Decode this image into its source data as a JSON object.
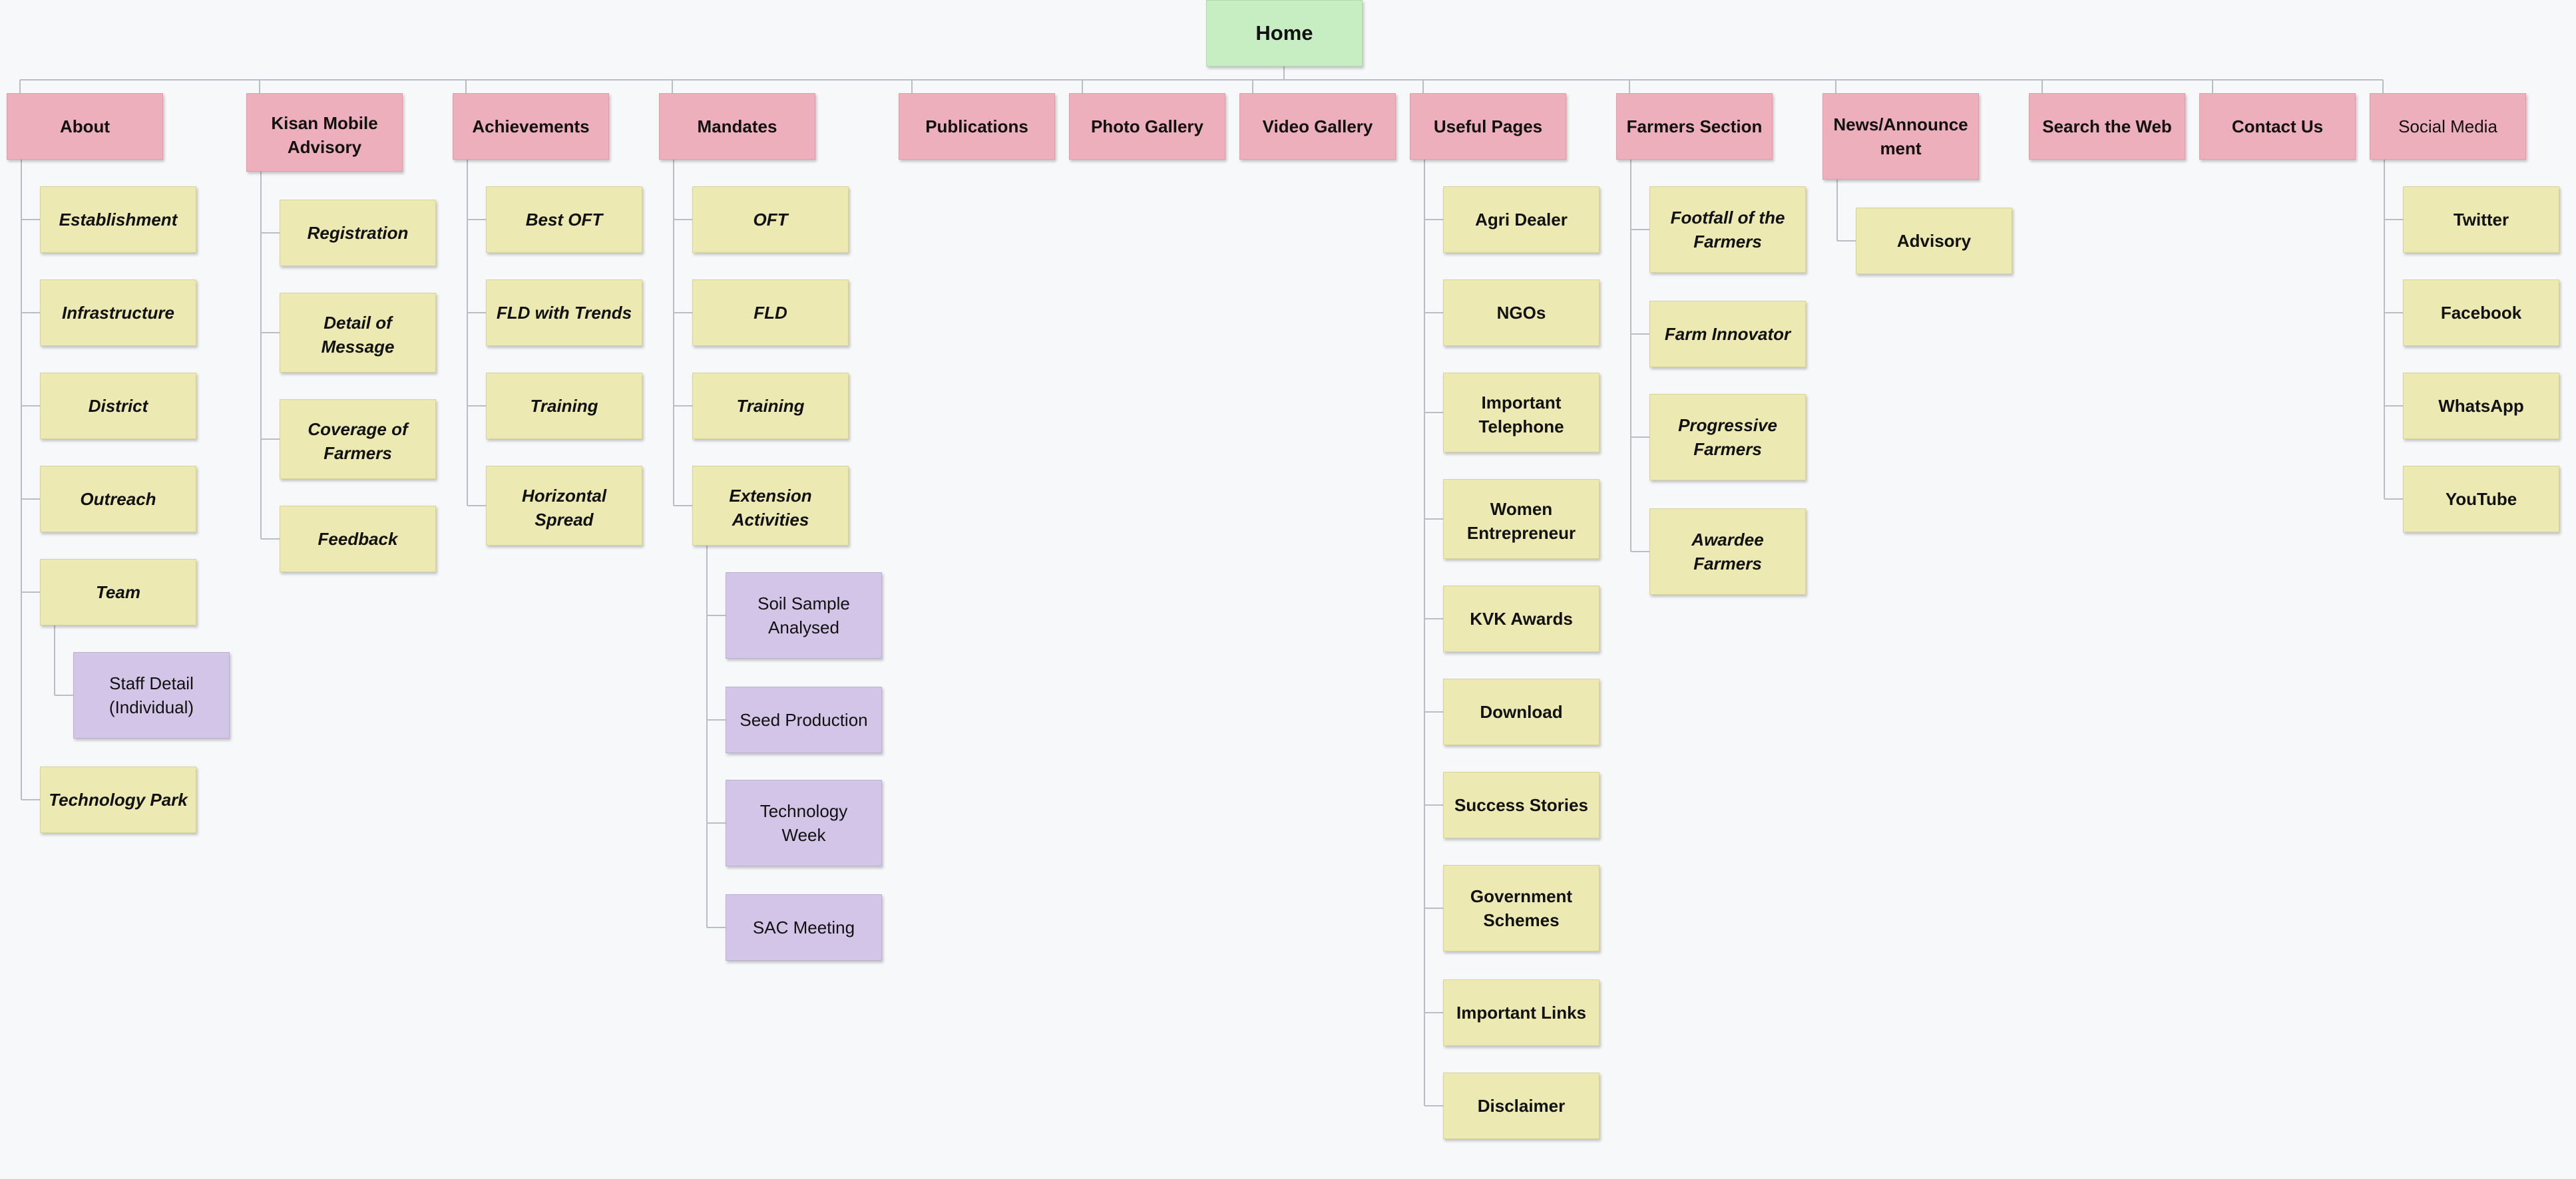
{
  "sitemap": {
    "root": "Home",
    "sections": [
      {
        "label": "About",
        "children": [
          {
            "label": "Establishment"
          },
          {
            "label": "Infrastructure"
          },
          {
            "label": "District"
          },
          {
            "label": "Outreach"
          },
          {
            "label": "Team",
            "children": [
              {
                "label": "Staff Detail (Individual)"
              }
            ]
          },
          {
            "label": "Technology Park"
          }
        ]
      },
      {
        "label": "Kisan Mobile Advisory",
        "children": [
          {
            "label": "Registration"
          },
          {
            "label": "Detail of Message"
          },
          {
            "label": "Coverage of Farmers"
          },
          {
            "label": "Feedback"
          }
        ]
      },
      {
        "label": "Achievements",
        "children": [
          {
            "label": "Best OFT"
          },
          {
            "label": "FLD with Trends"
          },
          {
            "label": "Training"
          },
          {
            "label": "Horizontal Spread"
          }
        ]
      },
      {
        "label": "Mandates",
        "children": [
          {
            "label": "OFT"
          },
          {
            "label": "FLD"
          },
          {
            "label": "Training"
          },
          {
            "label": "Extension Activities",
            "children": [
              {
                "label": "Soil Sample Analysed"
              },
              {
                "label": "Seed Production"
              },
              {
                "label": "Technology Week"
              },
              {
                "label": "SAC Meeting"
              }
            ]
          }
        ]
      },
      {
        "label": "Publications"
      },
      {
        "label": "Photo Gallery"
      },
      {
        "label": "Video Gallery"
      },
      {
        "label": "Useful Pages",
        "children": [
          {
            "label": "Agri Dealer"
          },
          {
            "label": "NGOs"
          },
          {
            "label": "Important Telephone"
          },
          {
            "label": "Women Entrepreneur"
          },
          {
            "label": "KVK Awards"
          },
          {
            "label": "Download"
          },
          {
            "label": "Success Stories"
          },
          {
            "label": "Government Schemes"
          },
          {
            "label": "Important Links"
          },
          {
            "label": "Disclaimer"
          }
        ]
      },
      {
        "label": "Farmers Section",
        "children": [
          {
            "label": "Footfall of the Farmers"
          },
          {
            "label": "Farm Innovator"
          },
          {
            "label": "Progressive Farmers"
          },
          {
            "label": "Awardee Farmers"
          }
        ]
      },
      {
        "label": "News/Announcement",
        "children": [
          {
            "label": "Advisory"
          }
        ]
      },
      {
        "label": "Search the Web"
      },
      {
        "label": "Contact Us"
      },
      {
        "label": "Social Media",
        "children": [
          {
            "label": "Twitter"
          },
          {
            "label": "Facebook"
          },
          {
            "label": "WhatsApp"
          },
          {
            "label": "YouTube"
          }
        ]
      }
    ]
  },
  "colors": {
    "background": "#f6f8fa",
    "home": "#c7edc2",
    "top_level": "#eeafbd",
    "second_level": "#eceab2",
    "third_level": "#d3c5e8",
    "connector": "#b9bec4"
  }
}
